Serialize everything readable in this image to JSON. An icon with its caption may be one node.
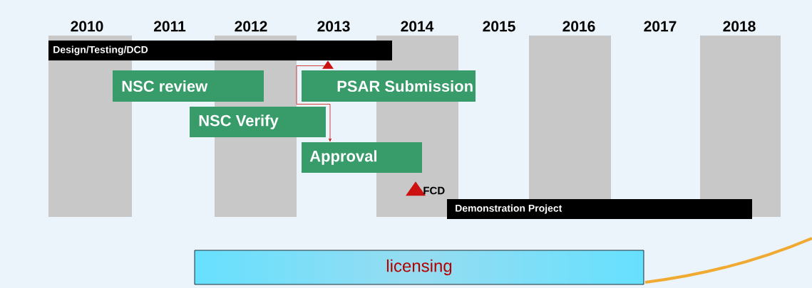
{
  "diagram": {
    "nodes": [
      {
        "text": [
          "Design/Testing/DCD"
        ]
      },
      {
        "text": [
          "NSC review"
        ]
      },
      {
        "text": [],
        "shape": "triangle"
      },
      {
        "text": [
          "PSAR Submission"
        ]
      },
      {
        "text": [
          "NSC Verify"
        ]
      },
      {
        "text": [
          "Approval"
        ]
      },
      {
        "text": [],
        "shape": "triangle",
        "beside": [
          "FCD"
        ]
      },
      {
        "text": [
          "Demonstration Project"
        ]
      },
      {
        "text": [
          "licensing"
        ]
      }
    ],
    "edges": [
      {
        "from": 2,
        "to": 5,
        "arrow": "to"
      }
    ],
    "labels": [
      "2010",
      "2011",
      "2012",
      "2013",
      "2014",
      "2015",
      "2016",
      "2017",
      "2018"
    ]
  }
}
